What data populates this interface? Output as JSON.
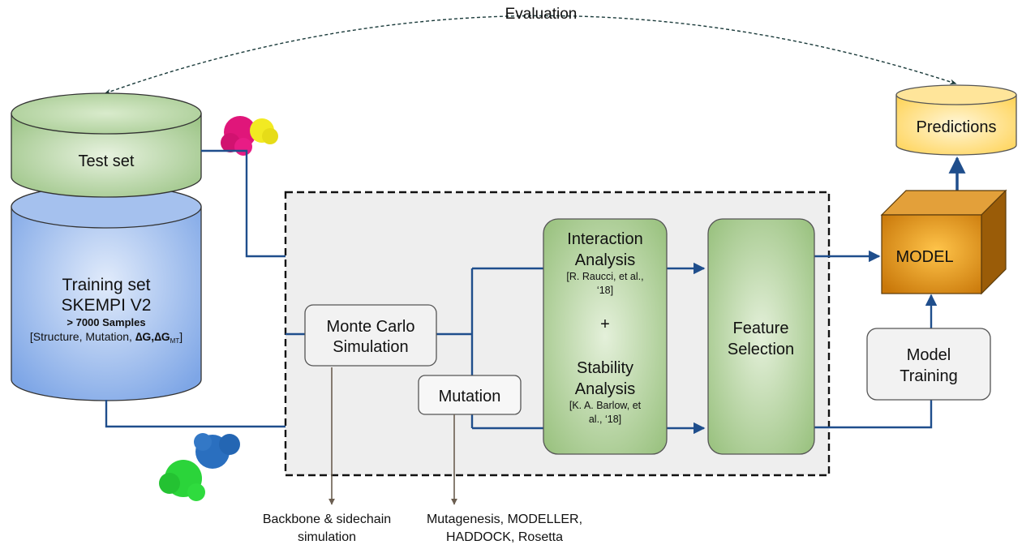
{
  "evaluation": {
    "label": "Evaluation"
  },
  "test_set": {
    "label": "Test set"
  },
  "training_set": {
    "line1": "Training set",
    "line2": "SKEMPI V2",
    "samples": "> 7000 Samples",
    "fields_prefix": "[Structure, Mutation, ",
    "delta_g": "∆G,∆G",
    "mt_subscript": "MT",
    "fields_suffix": "]"
  },
  "monte_carlo": {
    "line1": "Monte Carlo",
    "line2": "Simulation"
  },
  "mutation": {
    "label": "Mutation"
  },
  "interaction": {
    "line1": "Interaction",
    "line2": "Analysis",
    "ref1": "[R. Raucci, et al.,",
    "ref2": "‘18]"
  },
  "plus": "+",
  "stability": {
    "line1": "Stability",
    "line2": "Analysis",
    "ref1": "[K. A. Barlow, et",
    "ref2": "al., ‘18]"
  },
  "feature_selection": {
    "line1": "Feature",
    "line2": "Selection"
  },
  "model": {
    "label": "MODEL"
  },
  "predictions": {
    "label": "Predictions"
  },
  "model_training": {
    "line1": "Model",
    "line2": "Training"
  },
  "backbone_note": {
    "line1": "Backbone & sidechain",
    "line2": "simulation"
  },
  "tools_note": {
    "line1": "Mutagenesis, MODELLER,",
    "line2": "HADDOCK, Rosetta"
  },
  "colors": {
    "flow_arrow": "#1f4e8c",
    "note_arrow": "#6b5e50",
    "evaluation_arrow": "#1a3a3a",
    "test_set": "#a9cf95",
    "training_set": "#8fb3ea",
    "green_box": "#a3c98c",
    "model_cube": "#d4870e",
    "predictions": "#ffd966",
    "pipeline_bg": "#eeeeee"
  }
}
